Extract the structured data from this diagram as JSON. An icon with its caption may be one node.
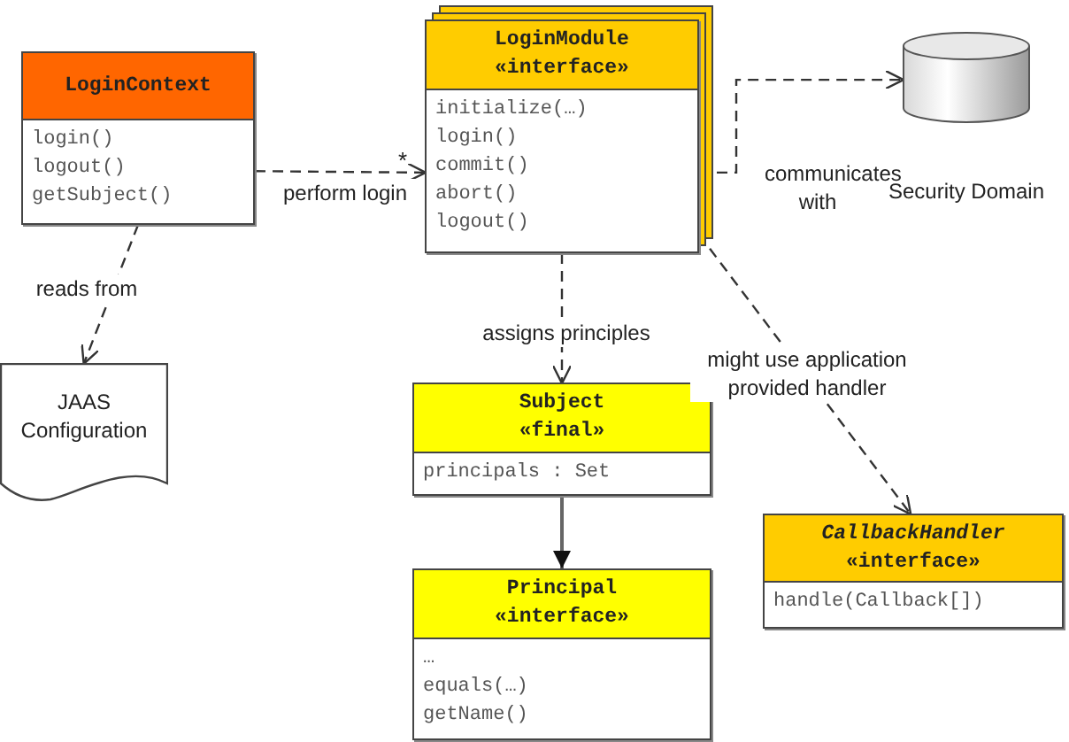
{
  "diagram": {
    "nodes": [
      {
        "text": [
          "LoginContext",
          "login()",
          "logout()",
          "getSubject()"
        ]
      },
      {
        "text": [
          "LoginModule «interface»",
          "initialize(…)",
          "login()",
          "commit()",
          "abort()",
          "logout()"
        ]
      },
      {
        "text": [
          "Security Domain"
        ]
      },
      {
        "text": [
          "JAAS Configuration"
        ]
      },
      {
        "text": [
          "Subject «final»",
          "principals : Set"
        ]
      },
      {
        "text": [
          "Principal «interface»",
          "…",
          "equals(…)",
          "getName()"
        ]
      },
      {
        "text": [
          "*CallbackHandler* «interface»",
          "handle(Callback[])"
        ]
      }
    ],
    "edges": [
      {
        "from": 0,
        "to": 1,
        "arrow": "to",
        "label": "perform login",
        "style": "dashed"
      },
      {
        "from": 1,
        "to": 2,
        "arrow": "to",
        "label": "communicates with",
        "style": "dashed"
      },
      {
        "from": 0,
        "to": 3,
        "arrow": "to",
        "label": "reads from",
        "style": "dashed"
      },
      {
        "from": 1,
        "to": 4,
        "arrow": "to",
        "label": "assigns principles",
        "style": "dashed"
      },
      {
        "from": 1,
        "to": 6,
        "arrow": "to",
        "label": "might use application provided handler",
        "style": "dashed"
      },
      {
        "from": 4,
        "to": 5,
        "arrow": "to"
      }
    ],
    "labels": [
      "*"
    ]
  }
}
